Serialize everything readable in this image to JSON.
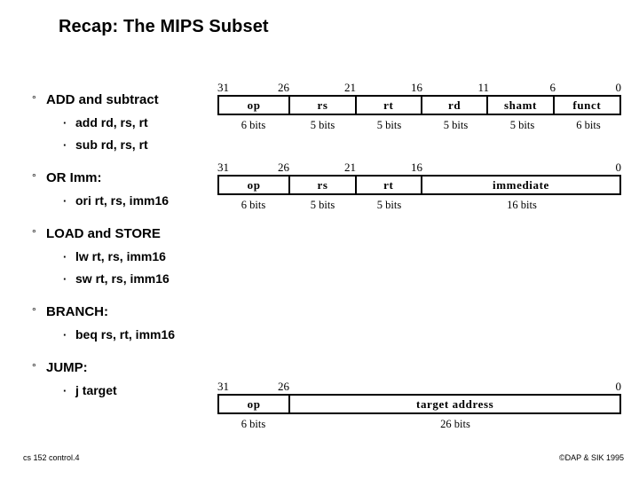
{
  "slide": {
    "title": "Recap: The MIPS Subset",
    "footer_left": "cs 152  control.4",
    "footer_right": "©DAP & SIK 1995",
    "bullet_marker_l1": "°",
    "bullet_marker_l2": "·"
  },
  "bullets": [
    {
      "label": "ADD and subtract",
      "children": [
        "add rd, rs, rt",
        "sub rd, rs, rt"
      ]
    },
    {
      "label": "OR Imm:",
      "children": [
        "ori  rt, rs, imm16"
      ]
    },
    {
      "label": "LOAD and STORE",
      "children": [
        "lw rt, rs, imm16",
        "sw rt, rs, imm16"
      ]
    },
    {
      "label": "BRANCH:",
      "children": [
        "beq rs, rt, imm16"
      ]
    },
    {
      "label": "JUMP:",
      "children": [
        "j  target"
      ]
    }
  ],
  "formats": [
    {
      "name": "r-type",
      "bit_labels": [
        "31",
        "26",
        "21",
        "16",
        "11",
        "6",
        "0"
      ],
      "fields": [
        "op",
        "rs",
        "rt",
        "rd",
        "shamt",
        "funct"
      ],
      "widths": [
        "6 bits",
        "5 bits",
        "5 bits",
        "5 bits",
        "5 bits",
        "6 bits"
      ]
    },
    {
      "name": "i-type",
      "bit_labels": [
        "31",
        "26",
        "21",
        "16",
        "0"
      ],
      "fields": [
        "op",
        "rs",
        "rt",
        "immediate"
      ],
      "widths": [
        "6 bits",
        "5 bits",
        "5 bits",
        "16 bits"
      ]
    },
    {
      "name": "j-type",
      "bit_labels": [
        "31",
        "26",
        "0"
      ],
      "fields": [
        "op",
        "target address"
      ],
      "widths": [
        "6 bits",
        "26 bits"
      ]
    }
  ]
}
